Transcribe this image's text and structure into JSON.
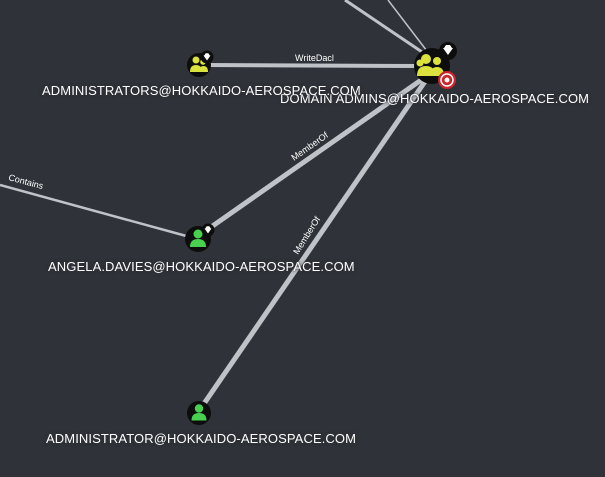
{
  "graph": {
    "nodes": {
      "domain_admins": {
        "label": "DOMAIN ADMINS@HOKKAIDO-AEROSPACE.COM",
        "type": "group",
        "badges": [
          "diamond-icon",
          "target-icon"
        ]
      },
      "administrators": {
        "label": "ADMINISTRATORS@HOKKAIDO-AEROSPACE.COM",
        "type": "group",
        "badges": [
          "diamond-icon"
        ]
      },
      "angela": {
        "label": "ANGELA.DAVIES@HOKKAIDO-AEROSPACE.COM",
        "type": "user",
        "badges": [
          "diamond-icon"
        ]
      },
      "administrator": {
        "label": "ADMINISTRATOR@HOKKAIDO-AEROSPACE.COM",
        "type": "user",
        "badges": []
      }
    },
    "edges": {
      "writedacl": "WriteDacl",
      "memberof_angela": "MemberOf",
      "memberof_admin": "MemberOf",
      "contains": "Contains"
    },
    "colors": {
      "background": "#2f3238",
      "group_fill": "#dbe13d",
      "user_fill": "#47d14f",
      "node_ring": "#0d0d0d",
      "edge": "#bfc3c8",
      "target_badge": "#c9252b"
    }
  }
}
